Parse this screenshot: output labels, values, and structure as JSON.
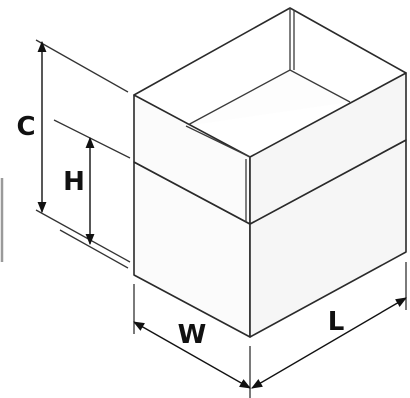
{
  "diagram": {
    "labels": {
      "c": "C",
      "h": "H",
      "w": "W",
      "l": "L"
    }
  }
}
